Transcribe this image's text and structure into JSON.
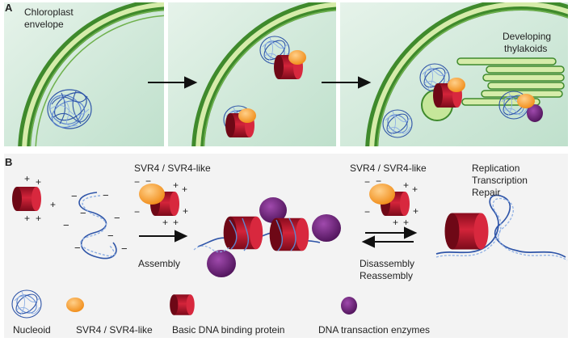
{
  "panel_a": {
    "letter": "A",
    "labels": {
      "envelope_line1": "Chloroplast",
      "envelope_line2": "envelope",
      "thylakoids_line1": "Developing",
      "thylakoids_line2": "thylakoids"
    }
  },
  "panel_b": {
    "letter": "B",
    "svr4_label_1": "SVR4 / SVR4-like",
    "svr4_label_2": "SVR4 / SVR4-like",
    "assembly": "Assembly",
    "disassembly": "Disassembly",
    "reassembly": "Reassembly",
    "functions": [
      "Replication",
      "Transcription",
      "Repair"
    ]
  },
  "legend": [
    {
      "label": "Nucleoid",
      "icon": "nucleoid-icon"
    },
    {
      "label": "SVR4 / SVR4-like",
      "icon": "orange-oval-icon"
    },
    {
      "label": "Basic DNA binding protein",
      "icon": "red-cylinder-icon"
    },
    {
      "label": "DNA transaction enzymes",
      "icon": "purple-oval-icon"
    }
  ],
  "colors": {
    "stroma": "#cfe8d8",
    "membrane_outer": "#4a9a34",
    "membrane_inner": "#cfe6a8",
    "dna": "#2f55a8",
    "orange": "#f5a22c",
    "red": "#b5122a",
    "purple": "#6b1f7a"
  }
}
